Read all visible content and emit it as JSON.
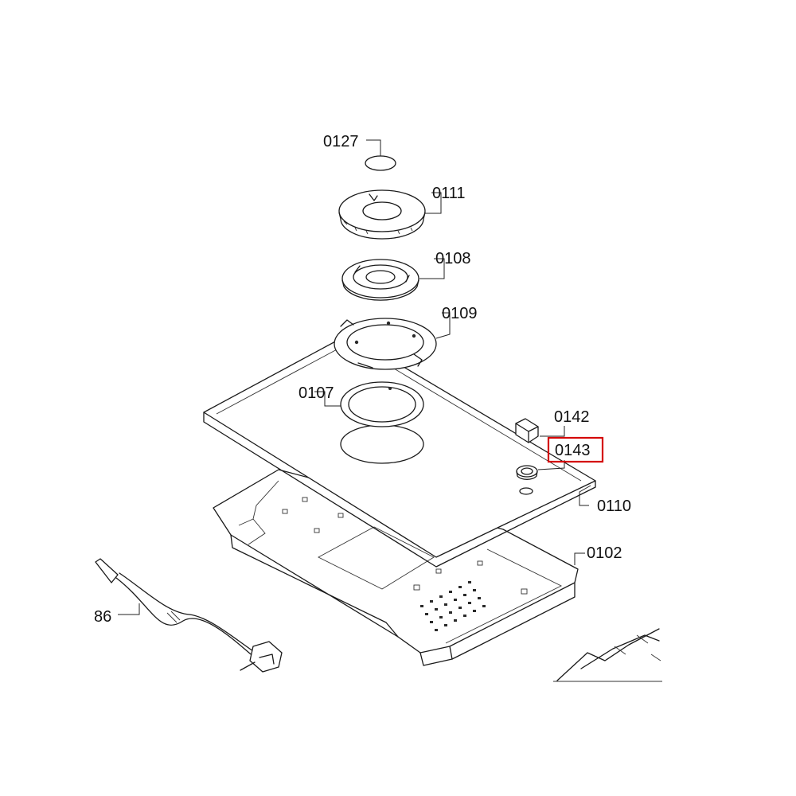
{
  "diagram": {
    "labels": {
      "part_0127": "0127",
      "part_0111": "0111",
      "part_0108": "0108",
      "part_0109": "0109",
      "part_0107": "0107",
      "part_0142": "0142",
      "part_0143": "0143",
      "part_0110": "0110",
      "part_0102": "0102",
      "part_86": "86"
    },
    "highlighted_part": "0143",
    "highlight_color": "#d40000",
    "line_color": "#1a1a1a"
  }
}
